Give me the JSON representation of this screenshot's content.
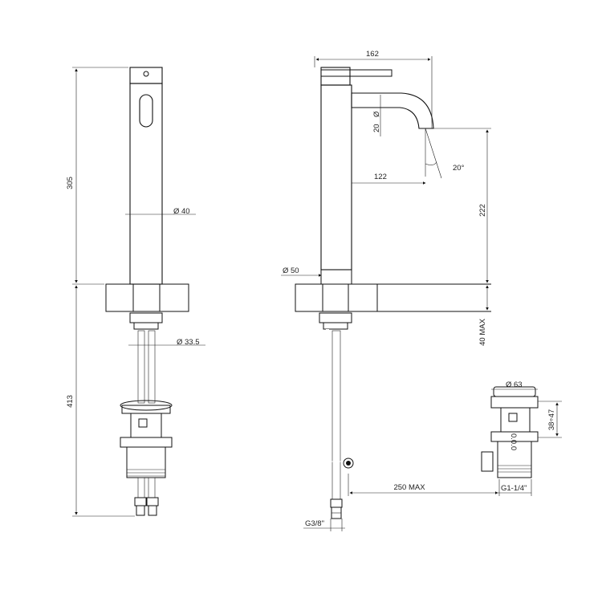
{
  "dimensions": {
    "front_height_upper": "305",
    "front_height_lower": "413",
    "body_diameter": "40",
    "hose_diameter": "33.5",
    "side_total_reach": "162",
    "spout_diameter": "20",
    "spout_reach": "122",
    "spout_angle": "20°",
    "spout_height": "222",
    "base_diameter": "50",
    "deck_thickness": "40 MAX",
    "waste_diameter": "63",
    "waste_height": "38÷47",
    "rod_length": "250 MAX",
    "waste_thread": "G1-1/4\"",
    "supply_thread": "G3/8\"",
    "waste_stamp": "0.0.0"
  }
}
